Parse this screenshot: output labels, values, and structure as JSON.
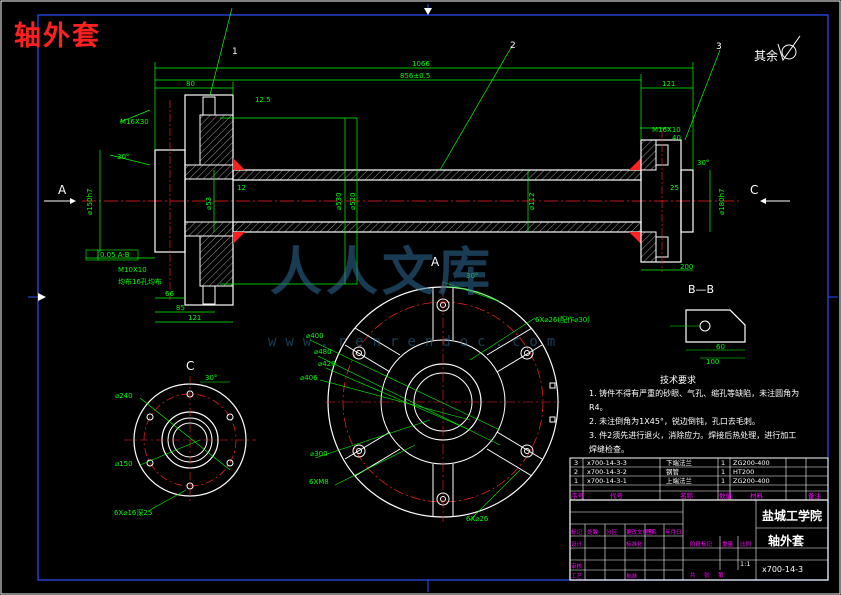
{
  "title": "轴外套",
  "surface_finish": "其余",
  "views": {
    "a": "A",
    "b": "B—B",
    "c": "C",
    "arrow_a": "A",
    "arrow_c": "C"
  },
  "balloons": [
    "1",
    "2",
    "3"
  ],
  "dims_main": {
    "overall": "1066",
    "inner": "856±0.5",
    "left_flange": "80",
    "right_flange": "121",
    "thread_left": "M16X30",
    "thread_right": "M16X10",
    "angle": "30°",
    "angle_r": "30°",
    "ra": "12.5",
    "d_left": "⌀150h7",
    "d_right": "⌀180h7",
    "d_pipe": "⌀530",
    "d_pipe2": "⌀520",
    "d_bore": "⌀112",
    "d_small": "⌀53",
    "dim66": "66",
    "dim85": "85",
    "dim121": "121",
    "dim12": "12",
    "dim25": "25",
    "dim40": "40",
    "dim200": "200",
    "tol": "0.05 A-B",
    "note_m10": "M10X10",
    "note_left2": "均布16孔均布"
  },
  "dims_a": {
    "d400": "⌀400",
    "d480": "⌀480",
    "d420": "⌀420",
    "d406": "⌀406",
    "d300": "⌀300",
    "holes": "6X⌀26(配作⌀30)",
    "holes2": "6X⌀26",
    "m8": "6XM8",
    "angle": "30°"
  },
  "dims_c": {
    "d240": "⌀240",
    "d150": "⌀150",
    "angle": "30°",
    "holes": "6X⌀16深25"
  },
  "dims_b": {
    "d100": "100",
    "d60": "60"
  },
  "tech": {
    "heading": "技术要求",
    "lines": [
      "1. 铸件不得有严重的砂眼、气孔、缩孔等缺陷，未注圆角为",
      "R4。",
      "2. 未注倒角为1X45°，锐边倒钝，孔口去毛刺。",
      "3. 件2须先进行退火，消除应力。焊接后热处理，进行加工",
      "焊缝检查。"
    ]
  },
  "bom": {
    "rows": [
      {
        "no": "3",
        "code": "x700-14-3-3",
        "name": "下端法兰",
        "qty": "1",
        "mat": "ZG200-400"
      },
      {
        "no": "2",
        "code": "x700-14-3-2",
        "name": "钢管",
        "qty": "1",
        "mat": "HT200"
      },
      {
        "no": "1",
        "code": "x700-14-3-1",
        "name": "上端法兰",
        "qty": "1",
        "mat": "ZG200-400"
      }
    ],
    "headers": [
      "序号",
      "代号",
      "名称",
      "数量",
      "材料",
      "备注"
    ]
  },
  "title_block": {
    "school": "盐城工学院",
    "part": "轴外套",
    "code": "x700-14-3",
    "scale": "1:1",
    "labels": [
      "标记",
      "处数",
      "分区",
      "更改文件号",
      "签名",
      "年月日",
      "设计",
      "标准化",
      "阶段标记",
      "重量",
      "比例",
      "审核",
      "工艺",
      "批准",
      "共",
      "张",
      "第"
    ]
  },
  "watermark": {
    "text": "人人文库",
    "url": "www.renrendoc.com"
  },
  "colors": {
    "background": "#000000",
    "line": "#ffffff",
    "dim": "#00ff00",
    "center": "#ff2020",
    "section": "#ff00ff",
    "frame": "#3050ff"
  }
}
